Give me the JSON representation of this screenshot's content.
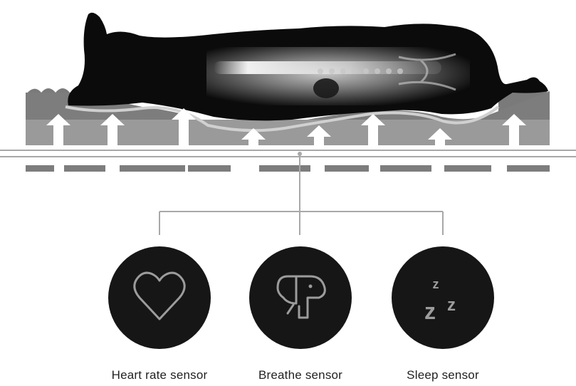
{
  "sensors": [
    {
      "label": "Heart rate sensor",
      "icon": "heart-icon"
    },
    {
      "label": "Breathe sensor",
      "icon": "dog-head-icon"
    },
    {
      "label": "Sleep sensor",
      "icon": "zzz-sleep-icon",
      "glyph": "z"
    }
  ],
  "colors": {
    "mat_dark": "#7a7a7a",
    "mat_light": "#9a9a9a",
    "arrow": "#ffffff",
    "pet_silhouette": "#0b0b0b",
    "connector_line": "#a8a8a8",
    "sensor_circle": "#161616",
    "sensor_icon": "#9c9c9c",
    "text": "#222222"
  }
}
